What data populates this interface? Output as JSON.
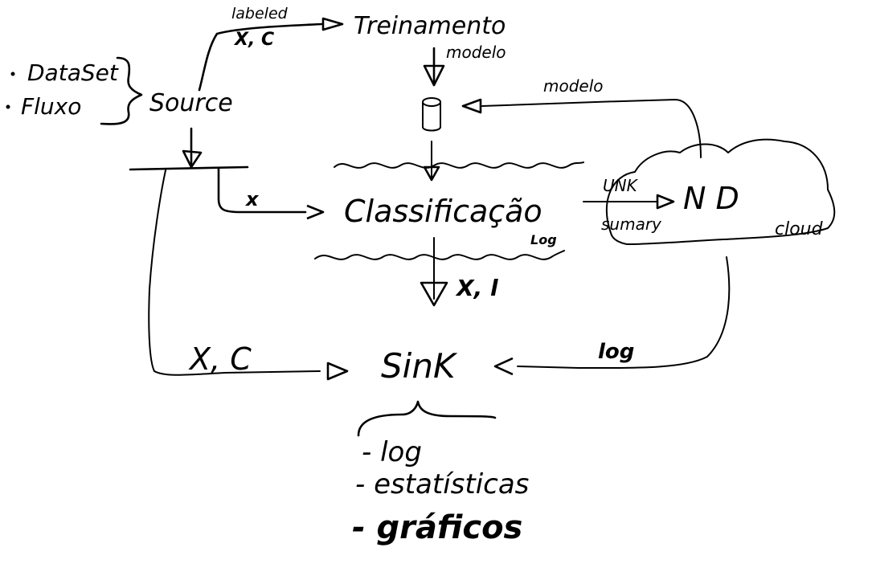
{
  "labels": {
    "labeled": "labeled",
    "x_c_top": "X, C",
    "treinamento": "Treinamento",
    "modelo_down": "modelo",
    "modelo_feedback": "modelo",
    "dataset": "DataSet",
    "fluxo": "Fluxo",
    "source": "Source",
    "x_input": "x",
    "classificacao": "Classificação",
    "unk": "UNK",
    "sumary": "sumary",
    "nd": "N D",
    "cloud": "cloud",
    "log_small": "Log",
    "x_l": "X, l",
    "x_c_sink": "X, C",
    "sink": "SinK",
    "log_nd": "log",
    "sink_list_log": "- log",
    "sink_list_estatisticas": "- estatísticas",
    "sink_list_graficos": "- gráficos"
  },
  "colors": {
    "ink": "#000000",
    "background": "#ffffff"
  }
}
